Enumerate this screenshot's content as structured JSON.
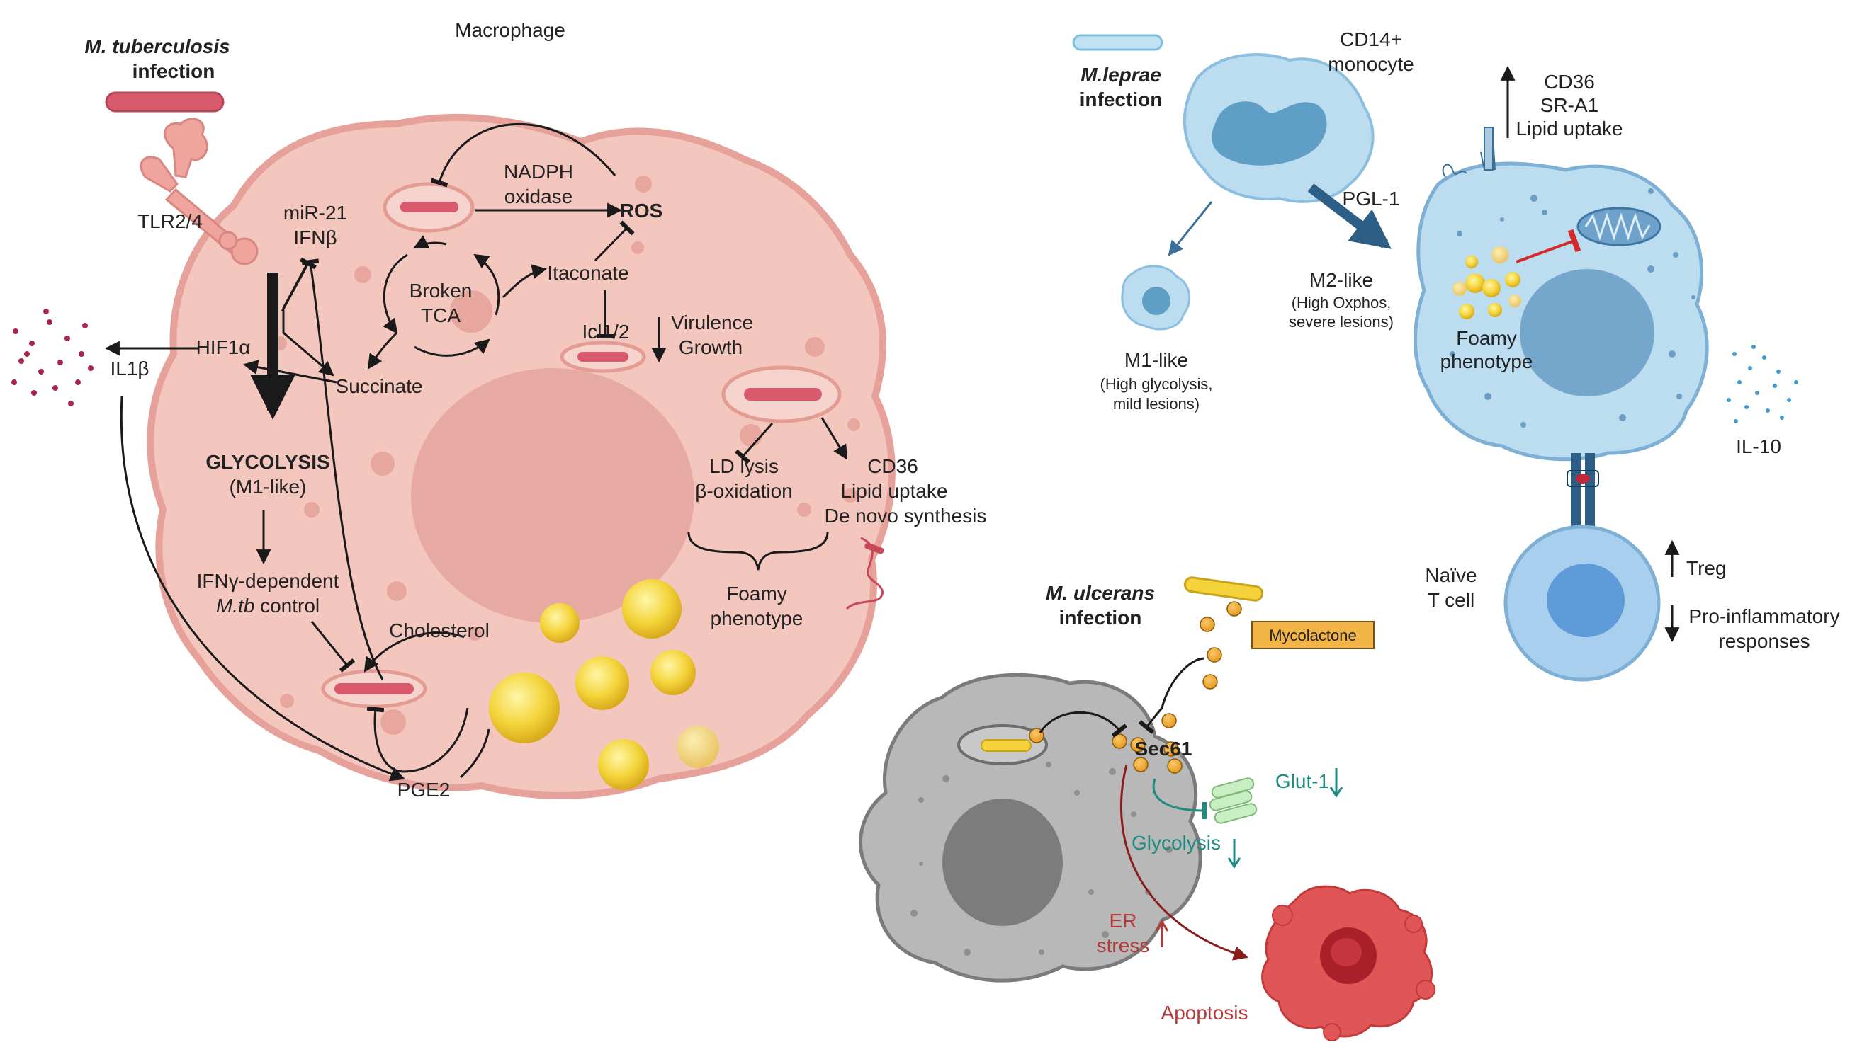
{
  "colors": {
    "macrophage_fill": "#f3c6be",
    "macrophage_edge": "#e6a29a",
    "nucleus": "#e7aaa3",
    "mycobacterium_red": "#d95a6c",
    "lipid_yellow": "#f4d43a",
    "monocyte_blue": "#bcdcef",
    "tcell_blue": "#a9cfee",
    "ulcerans_gray": "#b8b8b8",
    "ulcerans_edge": "#7b7b7b",
    "apoptosis_red": "#e05656",
    "mycolactone_box": "#f3b447",
    "teal": "#1f8a82",
    "dark_red": "#8b1c1c"
  },
  "mtb": {
    "infection_title_line1": "M. tuberculosis",
    "infection_title_line2": "infection",
    "macrophage_label": "Macrophage",
    "tlr": "TLR2/4",
    "il1b": "IL1β",
    "hif1a": "HIF1α",
    "succinate": "Succinate",
    "mir21": "miR-21",
    "ifnb": "IFNβ",
    "nadph_line1": "NADPH",
    "nadph_line2": "oxidase",
    "ros": "ROS",
    "broken_line1": "Broken",
    "broken_line2": "TCA",
    "itaconate": "Itaconate",
    "icl": "Icl1/2",
    "virulence": "Virulence",
    "growth": "Growth",
    "glycolysis": "GLYCOLYSIS",
    "m1like": "(M1-like)",
    "ifng_line1": "IFNγ-dependent",
    "ifng_line2_italic": "M.tb",
    "ifng_line2_rest": " control",
    "cholesterol": "Cholesterol",
    "pge2": "PGE2",
    "ld_lysis": "LD lysis",
    "beta_ox": "β-oxidation",
    "cd36": "CD36",
    "lipid_uptake": "Lipid uptake",
    "de_novo": "De novo synthesis",
    "foamy_line1": "Foamy",
    "foamy_line2": "phenotype"
  },
  "leprae": {
    "infection_line1": "M.leprae",
    "infection_line2": "infection",
    "monocyte_line1": "CD14+",
    "monocyte_line2": "monocyte",
    "pgl1": "PGL-1",
    "m1_title": "M1-like",
    "m1_sub1": "(High glycolysis,",
    "m1_sub2": "mild lesions)",
    "m2_title": "M2-like",
    "m2_sub1": "(High Oxphos,",
    "m2_sub2": "severe lesions)",
    "cd36": "CD36",
    "sra1": "SR-A1",
    "lipid_uptake": "Lipid uptake",
    "foamy_line1": "Foamy",
    "foamy_line2": "phenotype",
    "il10": "IL-10",
    "naive_line1": "Naïve",
    "naive_line2": "T cell",
    "treg": "Treg",
    "proinf_line1": "Pro-inflammatory",
    "proinf_line2": "responses"
  },
  "ulcerans": {
    "infection_line1": "M. ulcerans",
    "infection_line2": "infection",
    "mycolactone": "Mycolactone",
    "sec61": "Sec61",
    "glut1": "Glut-1",
    "glycolysis": "Glycolysis",
    "er_line1": "ER",
    "er_line2": "stress",
    "apoptosis": "Apoptosis"
  }
}
